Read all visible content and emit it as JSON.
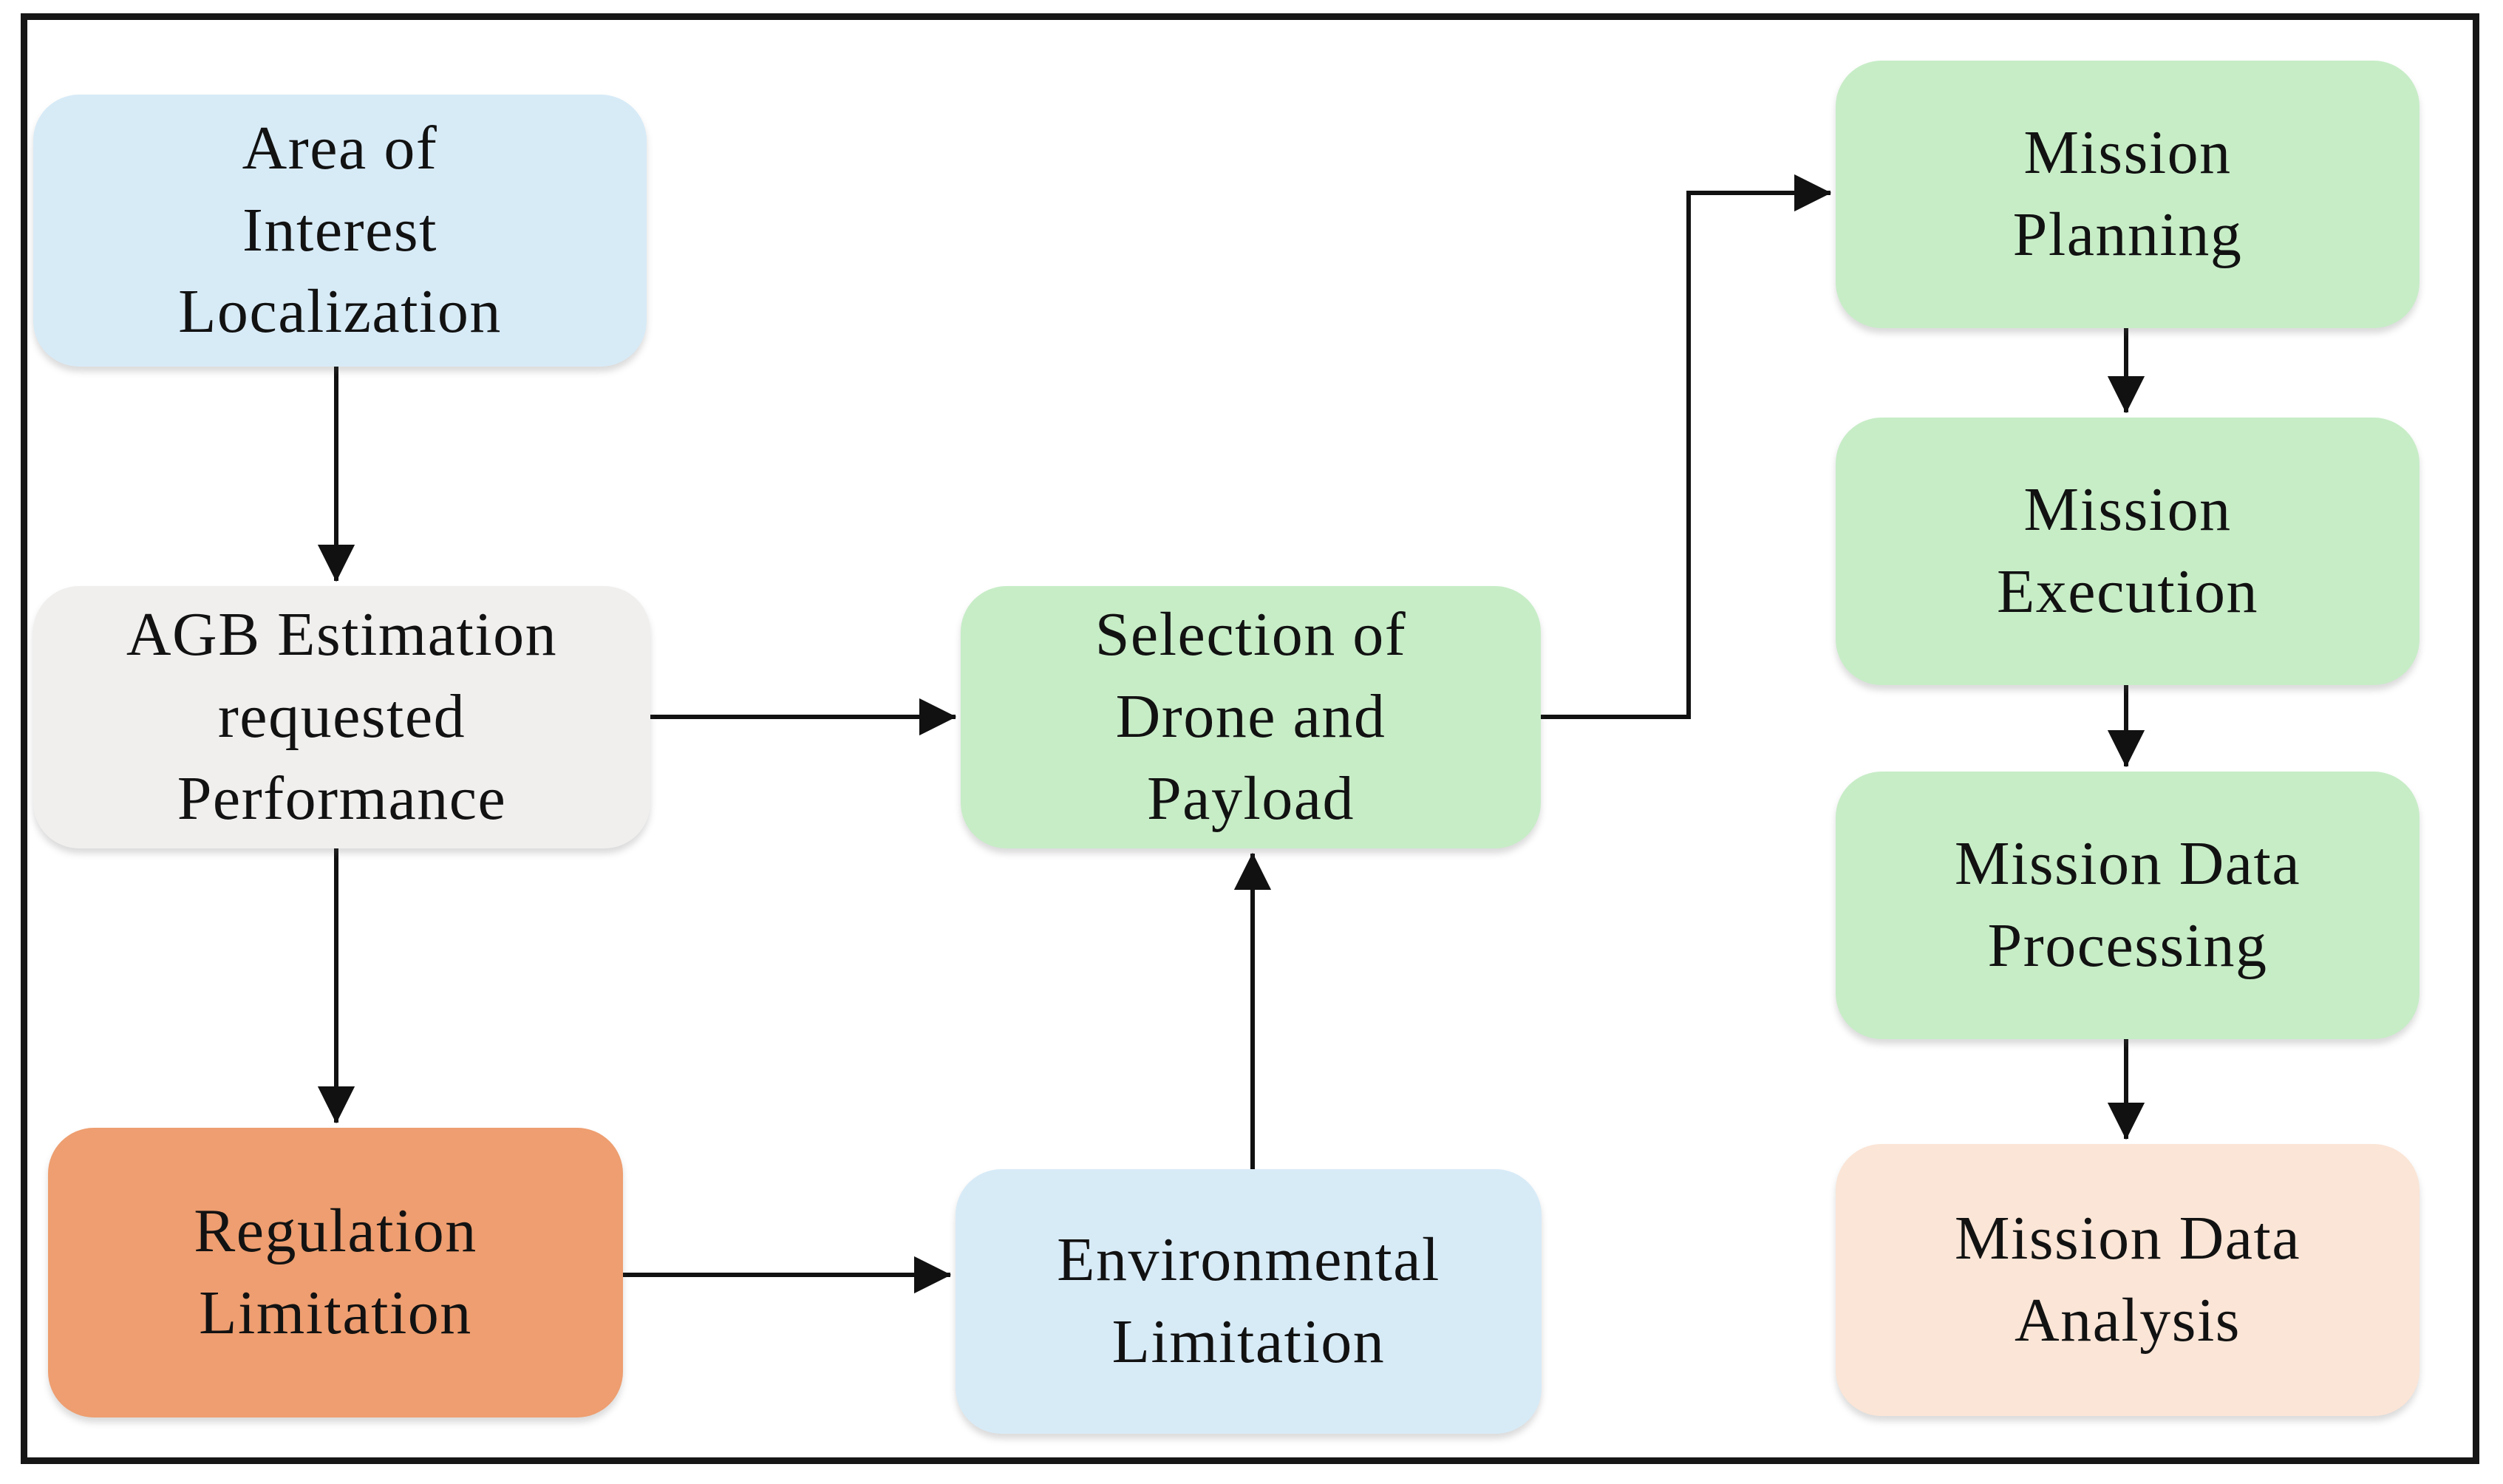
{
  "diagram": {
    "background_color": "#ffffff",
    "frame_color": "#161616",
    "arrow_color": "#111111",
    "text_color": "#121212",
    "palette": {
      "light_blue": "#d7ebf7",
      "light_gray": "#f0efee",
      "orange": "#ee9e70",
      "green": "#c7edc7",
      "peach": "#fbe5d6"
    },
    "nodes": [
      {
        "id": "area-of-interest-localization",
        "label": "Area of\nInterest\nLocalization",
        "color": "#d7ebf7"
      },
      {
        "id": "agb-estimation-requested-performance",
        "label": "AGB Estimation\nrequested\nPerformance",
        "color": "#f0efee"
      },
      {
        "id": "regulation-limitation",
        "label": "Regulation\nLimitation",
        "color": "#ee9e70"
      },
      {
        "id": "selection-of-drone-and-payload",
        "label": "Selection of\nDrone and\nPayload",
        "color": "#c7edc7"
      },
      {
        "id": "environmental-limitation",
        "label": "Environmental\nLimitation",
        "color": "#d7ebf7"
      },
      {
        "id": "mission-planning",
        "label": "Mission\nPlanning",
        "color": "#c7edc7"
      },
      {
        "id": "mission-execution",
        "label": "Mission\nExecution",
        "color": "#c7edc7"
      },
      {
        "id": "mission-data-processing",
        "label": "Mission Data\nProcessing",
        "color": "#c7edc7"
      },
      {
        "id": "mission-data-analysis",
        "label": "Mission Data\nAnalysis",
        "color": "#fbe5d6"
      }
    ],
    "edges": [
      {
        "from": "area-of-interest-localization",
        "to": "agb-estimation-requested-performance"
      },
      {
        "from": "agb-estimation-requested-performance",
        "to": "regulation-limitation"
      },
      {
        "from": "agb-estimation-requested-performance",
        "to": "selection-of-drone-and-payload"
      },
      {
        "from": "regulation-limitation",
        "to": "environmental-limitation"
      },
      {
        "from": "environmental-limitation",
        "to": "selection-of-drone-and-payload"
      },
      {
        "from": "selection-of-drone-and-payload",
        "to": "mission-planning"
      },
      {
        "from": "mission-planning",
        "to": "mission-execution"
      },
      {
        "from": "mission-execution",
        "to": "mission-data-processing"
      },
      {
        "from": "mission-data-processing",
        "to": "mission-data-analysis"
      }
    ]
  }
}
